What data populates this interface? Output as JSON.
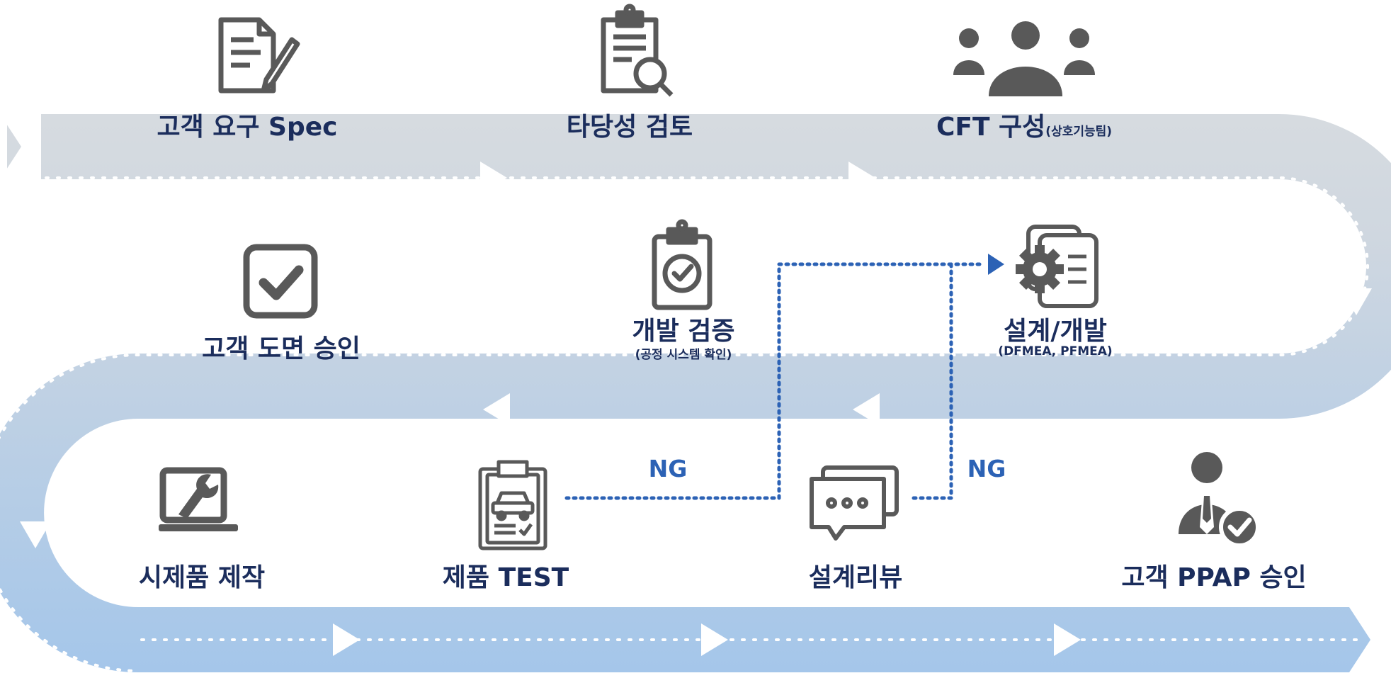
{
  "steps": {
    "customer_spec": "고객 요구 Spec",
    "feasibility": "타당성 검토",
    "cft_main": "CFT 구성",
    "cft_sub": "(상호기능팀)",
    "drawing_approval": "고객 도면 승인",
    "dev_verify": "개발 검증",
    "dev_verify_sub": "(공정 시스템 확인)",
    "design_dev": "설계/개발",
    "design_dev_sub": "(DFMEA, PFMEA)",
    "prototype": "시제품 제작",
    "product_test": "제품 TEST",
    "design_review": "설계리뷰",
    "ppap_approval": "고객 PPAP 승인"
  },
  "feedback": {
    "ng_left": "NG",
    "ng_right": "NG"
  },
  "colors": {
    "text": "#1b2d5c",
    "icon": "#595959",
    "ng_line": "#2c62b5",
    "road_gray": "#d7dadd",
    "road_blue": "#a9c8e8"
  },
  "icons": [
    "document-pen-icon",
    "clipboard-search-icon",
    "team-icon",
    "checkbox-icon",
    "clipboard-check-icon",
    "gear-document-icon",
    "laptop-wrench-icon",
    "clipboard-car-icon",
    "chat-bubbles-icon",
    "approver-check-icon"
  ]
}
